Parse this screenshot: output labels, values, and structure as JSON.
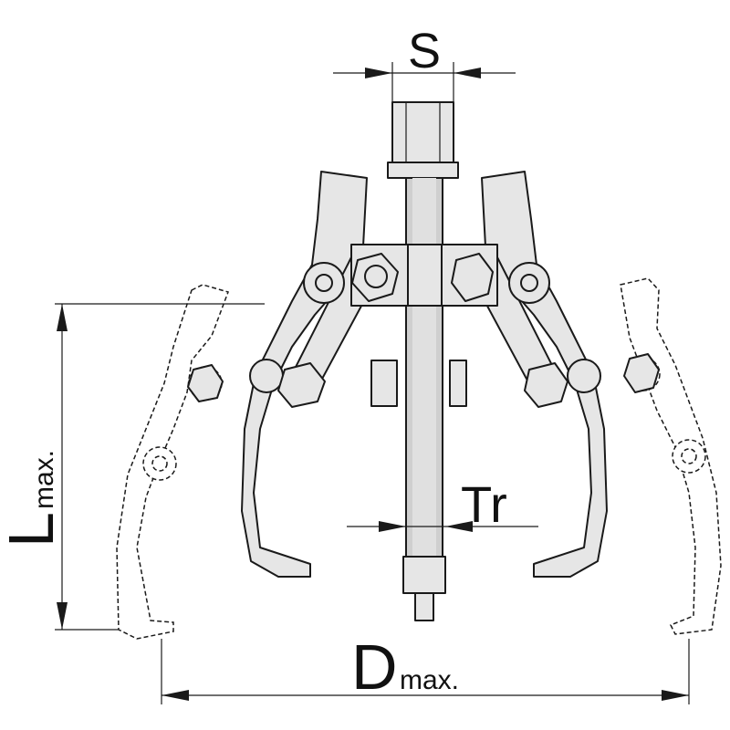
{
  "title": "Three-jaw gear puller dimension drawing",
  "labels": {
    "spindle_size": "S",
    "thread": "Tr",
    "length_main": "L",
    "length_sub": "max.",
    "diameter_main": "D",
    "diameter_sub": "max."
  },
  "colors": {
    "fill": "#e6e6e6",
    "shaft": "#cfcfcf",
    "line": "#1a1a1a"
  }
}
